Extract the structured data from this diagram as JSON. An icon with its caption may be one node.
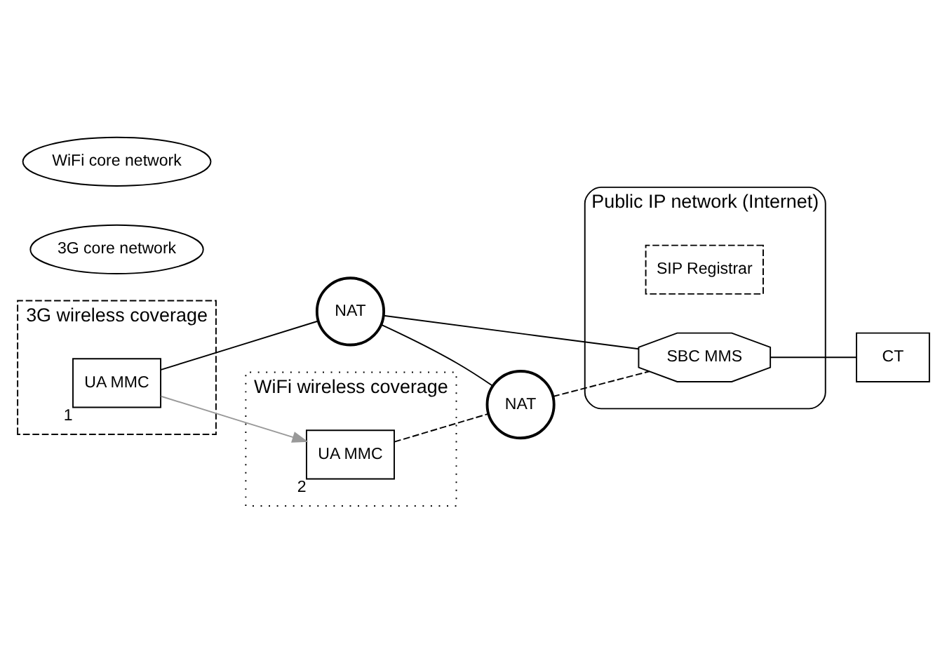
{
  "diagram": {
    "nodes": [
      {
        "text": [
          "3G wireless coverage"
        ]
      },
      {
        "text": [
          "Public IP network (Internet)"
        ]
      },
      {
        "text": [
          "UA MMC"
        ],
        "in": 0,
        "beside": [
          "1"
        ]
      },
      {
        "text": [
          "3G core network"
        ]
      },
      {
        "text": [
          "NAT"
        ]
      },
      {
        "text": [
          "SIP Registrar"
        ],
        "in": 1
      },
      {
        "text": [
          "SBC MMS"
        ],
        "in": 1
      },
      {
        "text": [
          "WiFi wireless coverage"
        ]
      },
      {
        "text": [
          "UA MMC"
        ],
        "in": 7,
        "beside": [
          "2"
        ]
      },
      {
        "text": [
          "WiFi core network"
        ]
      },
      {
        "text": [
          "NAT"
        ]
      },
      {
        "text": [
          "CT"
        ]
      }
    ],
    "edges": [
      {
        "from": 2,
        "to": 8,
        "arrow": "to",
        "color": "#999999"
      },
      {
        "from": 2,
        "to": 4,
        "arrow": "none"
      },
      {
        "from": 4,
        "to": 6,
        "arrow": "none"
      },
      {
        "from": 4,
        "to": 10,
        "arrow": "none"
      },
      {
        "from": 8,
        "to": 10,
        "arrow": "none",
        "style": "dashed"
      },
      {
        "from": 10,
        "to": 6,
        "arrow": "none",
        "style": "dashed"
      },
      {
        "from": 6,
        "to": 11,
        "arrow": "none"
      }
    ]
  }
}
